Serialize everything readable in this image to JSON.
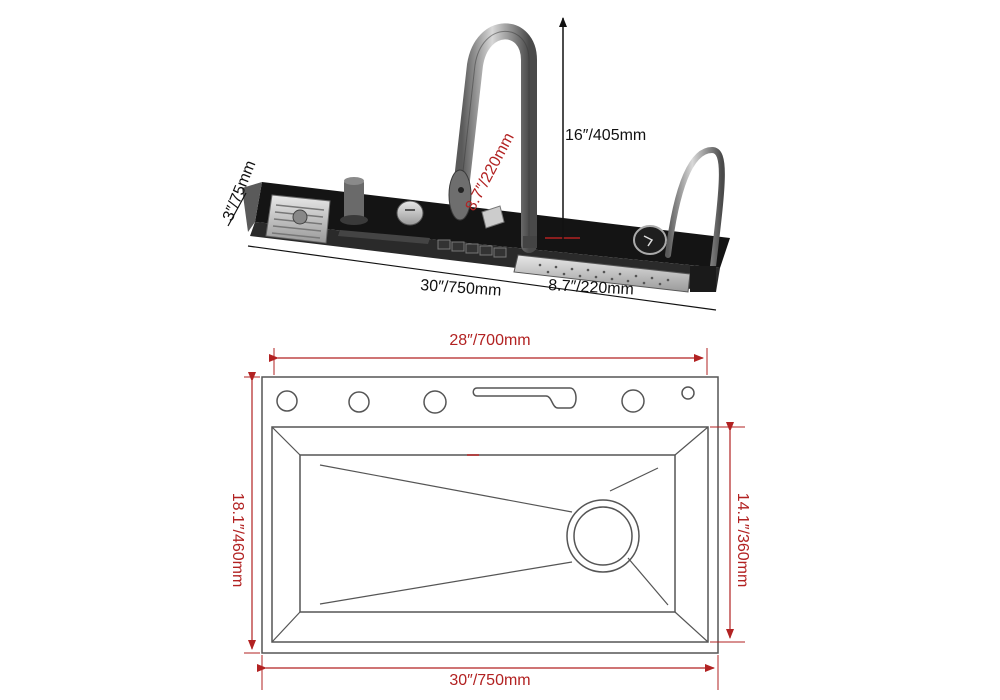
{
  "product_view": {
    "height_label": "16″/405mm",
    "spout_reach_label": "8.7″/220mm",
    "depth_label": "3″/75mm",
    "total_length_label": "30″/750mm",
    "drainer_length_label": "8.7″/220mm"
  },
  "top_view": {
    "inner_width_label": "28″/700mm",
    "outer_width_label": "30″/750mm",
    "outer_height_label": "18.1″/460mm",
    "inner_height_label": "14.1″/360mm"
  },
  "colors": {
    "dimension_red": "#b22222",
    "outline": "#555555",
    "panel_black": "#141414"
  }
}
